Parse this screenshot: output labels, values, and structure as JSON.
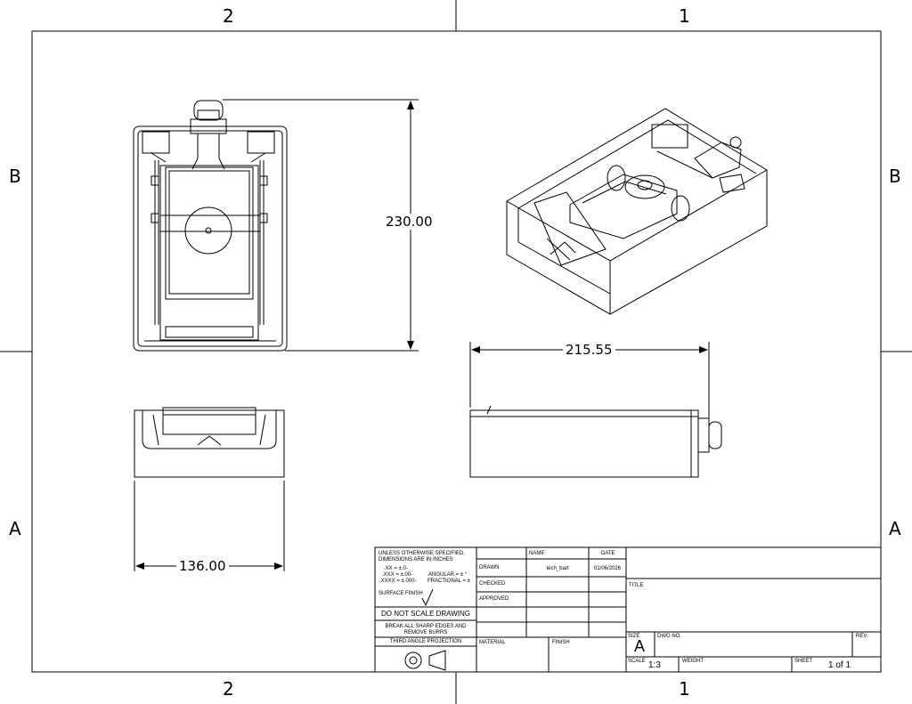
{
  "zones": {
    "top_left": "2",
    "top_right": "1",
    "bottom_left": "2",
    "bottom_right": "1",
    "left_upper": "B",
    "left_lower": "A",
    "right_upper": "B",
    "right_lower": "A"
  },
  "dimensions": {
    "height": "230.00",
    "length": "215.55",
    "width": "136.00"
  },
  "title_block": {
    "tolerance_line1": "UNLESS OTHERWISE SPECIFIED,",
    "tolerance_line2": "DIMENSIONS ARE IN INCHES",
    "tol_xx": ".XX = ±.0-",
    "tol_xxx": ".XXX = ±.00-",
    "tol_xxxx": ".XXXX = ±.000-",
    "tol_angular": "ANGULAR = ± °",
    "tol_fractional": "FRACTIONAL = ±",
    "surface_finish": "SURFACE FINISH",
    "do_not_scale": "DO NOT SCALE DRAWING",
    "break_edges_1": "BREAK ALL SHARP EDGES AND",
    "break_edges_2": "REMOVE BURRS",
    "projection": "THIRD ANGLE PROJECTION",
    "col_name": "NAME",
    "col_date": "DATE",
    "row_drawn": "DRAWN",
    "row_checked": "CHECKED",
    "row_approved": "APPROVED",
    "drawn_name": "tech_bart",
    "drawn_date": "01/06/2026",
    "material": "MATERIAL",
    "finish": "FINISH",
    "title_label": "TITLE",
    "size_label": "SIZE",
    "size_value": "A",
    "dwg_no_label": "DWG NO.",
    "rev_label": "REV.",
    "scale_label": "SCALE",
    "scale_value": "1:3",
    "weight_label": "WEIGHT",
    "sheet_label": "SHEET",
    "sheet_value": "1 of 1"
  }
}
